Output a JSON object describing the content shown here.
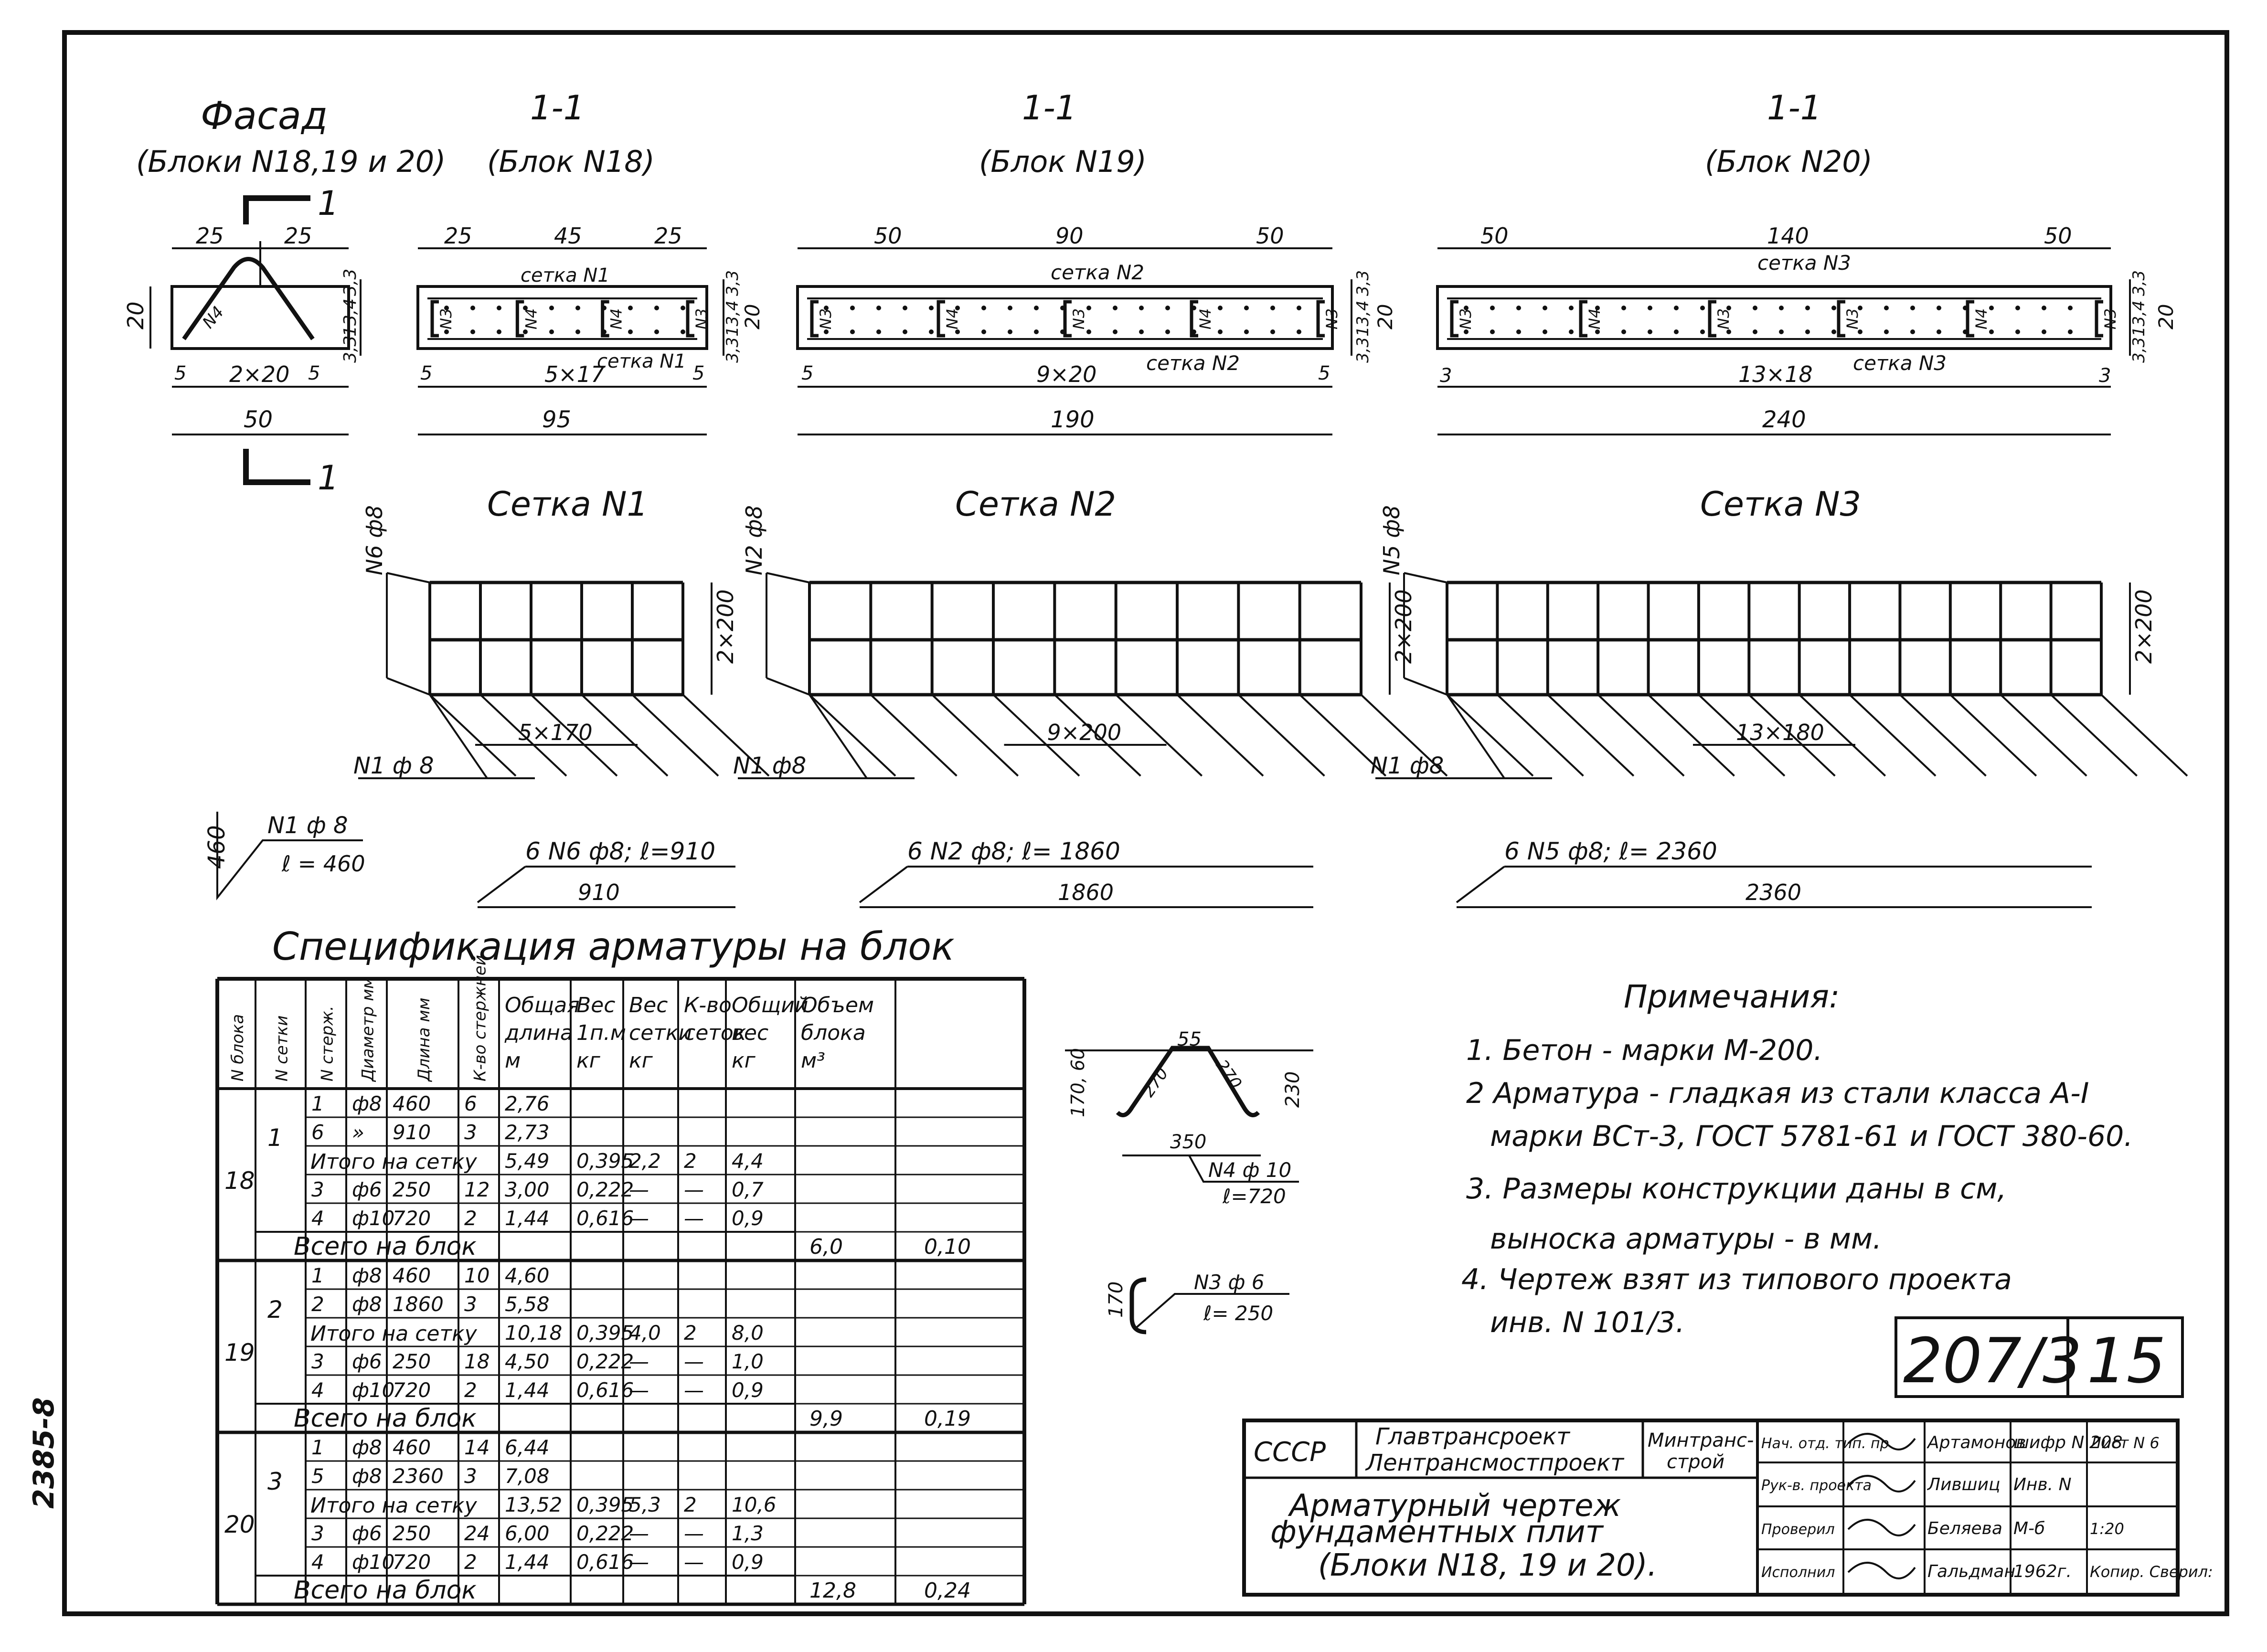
{
  "side_code": "2385-8",
  "views": {
    "facade": {
      "title": "Фасад",
      "subtitle": "(Блоки N18,19 и 20)",
      "cut_mark": "1",
      "dims": {
        "w1": "25",
        "w2": "25",
        "h": "20",
        "sub": "2×20",
        "e1": "5",
        "e2": "5",
        "total": "50",
        "r1": "3,3",
        "r2": "13,4",
        "r3": "3,3"
      },
      "bar": "N4"
    },
    "s18": {
      "title": "1-1",
      "subtitle": "(Блок N18)",
      "dims": {
        "a": "25",
        "b": "45",
        "c": "25",
        "e1": "5",
        "mid": "5×17",
        "e2": "5",
        "total": "95",
        "h": "20",
        "r1": "3,3",
        "r2": "13,4",
        "r3": "3,3"
      },
      "mesh_top": "сетка N1",
      "mesh_bot": "сетка N1",
      "bars": [
        "N3",
        "N4",
        "N4",
        "N3"
      ]
    },
    "s19": {
      "title": "1-1",
      "subtitle": "(Блок N19)",
      "dims": {
        "a": "50",
        "b": "90",
        "c": "50",
        "e1": "5",
        "mid": "9×20",
        "e2": "5",
        "total": "190",
        "h": "20",
        "r1": "3,3",
        "r2": "13,4",
        "r3": "3,3"
      },
      "mesh_top": "сетка N2",
      "mesh_bot": "сетка N2",
      "bars": [
        "N3",
        "N4",
        "N3",
        "N4",
        "N3"
      ]
    },
    "s20": {
      "title": "1-1",
      "subtitle": "(Блок N20)",
      "dims": {
        "a": "50",
        "b": "140",
        "c": "50",
        "e1": "3",
        "mid": "13×18",
        "e2": "3",
        "total": "240",
        "h": "20",
        "r1": "3,3",
        "r2": "13,4",
        "r3": "3,3"
      },
      "mesh_top": "сетка N3",
      "mesh_bot": "сетка N3",
      "bars": [
        "N3",
        "N4",
        "N3",
        "N3",
        "N4",
        "N3"
      ]
    }
  },
  "meshes": [
    {
      "title": "Сетка N1",
      "long_bar": "N6 ф8",
      "short_bar": "N1 ф 8",
      "height_dim": "2×200",
      "pitch_dim": "5×170",
      "cols": 6,
      "callout_top": "6 N6 ф8; ℓ=910",
      "callout_len": "910"
    },
    {
      "title": "Сетка N2",
      "long_bar": "N2 ф8",
      "short_bar": "N1 ф8",
      "height_dim": "2×200",
      "pitch_dim": "9×200",
      "cols": 10,
      "callout_top": "6 N2 ф8; ℓ= 1860",
      "callout_len": "1860"
    },
    {
      "title": "Сетка N3",
      "long_bar": "N5 ф8",
      "short_bar": "N1 ф8",
      "height_dim": "2×200",
      "pitch_dim": "13×180",
      "cols": 14,
      "callout_top": "6 N5 ф8; ℓ= 2360",
      "callout_len": "2360"
    }
  ],
  "short_bar_callout": {
    "dim": "460",
    "label": "N1 ф 8",
    "len": "ℓ = 460"
  },
  "spec": {
    "title": "Спецификация арматуры на блок",
    "headers": [
      "N блока",
      "N сетки",
      "N стерж.",
      "Диаметр мм",
      "Длина мм",
      "К-во стержней",
      "Общая длина м",
      "Вес 1п.м кг",
      "Вес сетки кг",
      "К-во сеток",
      "Общий вес кг",
      "Объем блока м³"
    ],
    "groups": [
      {
        "block": "18",
        "mesh": "1",
        "rows": [
          [
            "1",
            "ф8",
            "460",
            "6",
            "2,76",
            "",
            "",
            "",
            "",
            ""
          ],
          [
            "6",
            "»",
            "910",
            "3",
            "2,73",
            "",
            "",
            "",
            "",
            ""
          ],
          [
            "Итого на сетку",
            "",
            "",
            "",
            "5,49",
            "0,395",
            "2,2",
            "2",
            "4,4",
            ""
          ],
          [
            "3",
            "ф6",
            "250",
            "12",
            "3,00",
            "0,222",
            "—",
            "—",
            "0,7",
            ""
          ],
          [
            "4",
            "ф10",
            "720",
            "2",
            "1,44",
            "0,616",
            "—",
            "—",
            "0,9",
            ""
          ]
        ],
        "total": {
          "label": "Всего на блок",
          "weight": "6,0",
          "volume": "0,10"
        }
      },
      {
        "block": "19",
        "mesh": "2",
        "rows": [
          [
            "1",
            "ф8",
            "460",
            "10",
            "4,60",
            "",
            "",
            "",
            "",
            ""
          ],
          [
            "2",
            "ф8",
            "1860",
            "3",
            "5,58",
            "",
            "",
            "",
            "",
            ""
          ],
          [
            "Итого на сетку",
            "",
            "",
            "",
            "10,18",
            "0,395",
            "4,0",
            "2",
            "8,0",
            ""
          ],
          [
            "3",
            "ф6",
            "250",
            "18",
            "4,50",
            "0,222",
            "—",
            "—",
            "1,0",
            ""
          ],
          [
            "4",
            "ф10",
            "720",
            "2",
            "1,44",
            "0,616",
            "—",
            "—",
            "0,9",
            ""
          ]
        ],
        "total": {
          "label": "Всего на блок",
          "weight": "9,9",
          "volume": "0,19"
        }
      },
      {
        "block": "20",
        "mesh": "3",
        "rows": [
          [
            "1",
            "ф8",
            "460",
            "14",
            "6,44",
            "",
            "",
            "",
            "",
            ""
          ],
          [
            "5",
            "ф8",
            "2360",
            "3",
            "7,08",
            "",
            "",
            "",
            "",
            ""
          ],
          [
            "Итого на сетку",
            "",
            "",
            "",
            "13,52",
            "0,395",
            "5,3",
            "2",
            "10,6",
            ""
          ],
          [
            "3",
            "ф6",
            "250",
            "24",
            "6,00",
            "0,222",
            "—",
            "—",
            "1,3",
            ""
          ],
          [
            "4",
            "ф10",
            "720",
            "2",
            "1,44",
            "0,616",
            "—",
            "—",
            "0,9",
            ""
          ]
        ],
        "total": {
          "label": "Всего на блок",
          "weight": "12,8",
          "volume": "0,24"
        }
      }
    ]
  },
  "bar_n4": {
    "top": "55",
    "left": "170, 60",
    "right": "230",
    "d1": "270",
    "d2": "270",
    "base": "350",
    "label": "N4 ф 10",
    "len": "ℓ=720"
  },
  "bar_n3": {
    "h": "170",
    "label": "N3 ф 6",
    "len": "ℓ= 250"
  },
  "notes": {
    "title": "Примечания:",
    "items": [
      "1. Бетон - марки  М-200.",
      "2 Арматура - гладкая из стали класса А-I",
      "марки ВСт-3, ГОСТ 5781-61 и ГОСТ 380-60.",
      "3. Размеры конструкции даны в см,",
      "выноска  арматуры - в мм.",
      "4. Чертеж взят из типового проекта",
      "инв. N 101/3."
    ]
  },
  "stamp": {
    "code": "207/3",
    "sheet": "15"
  },
  "title_block": {
    "ussr": "СССР",
    "org1": "Главтрансроект",
    "org2": "Лентрансмостпроект",
    "ministry1": "Минтранс-",
    "ministry2": "строй",
    "drawing1": "Арматурный  чертеж",
    "drawing2": "фундаментных  плит",
    "drawing3": "(Блоки   N18, 19 и 20).",
    "roles": [
      {
        "role": "Нач. отд. тип. пр",
        "name": "Артамонов",
        "field": "шифр N 208",
        "extra": "Лист N 6"
      },
      {
        "role": "Рук-в. проекта",
        "name": "Лившиц",
        "field": "Инв. N",
        "extra": ""
      },
      {
        "role": "Проверил",
        "name": "Беляева",
        "field": "М-б",
        "extra": "1:20"
      },
      {
        "role": "Исполнил",
        "name": "Гальдман",
        "field": "1962г.",
        "extra": "Копир. Сверил:"
      }
    ]
  }
}
